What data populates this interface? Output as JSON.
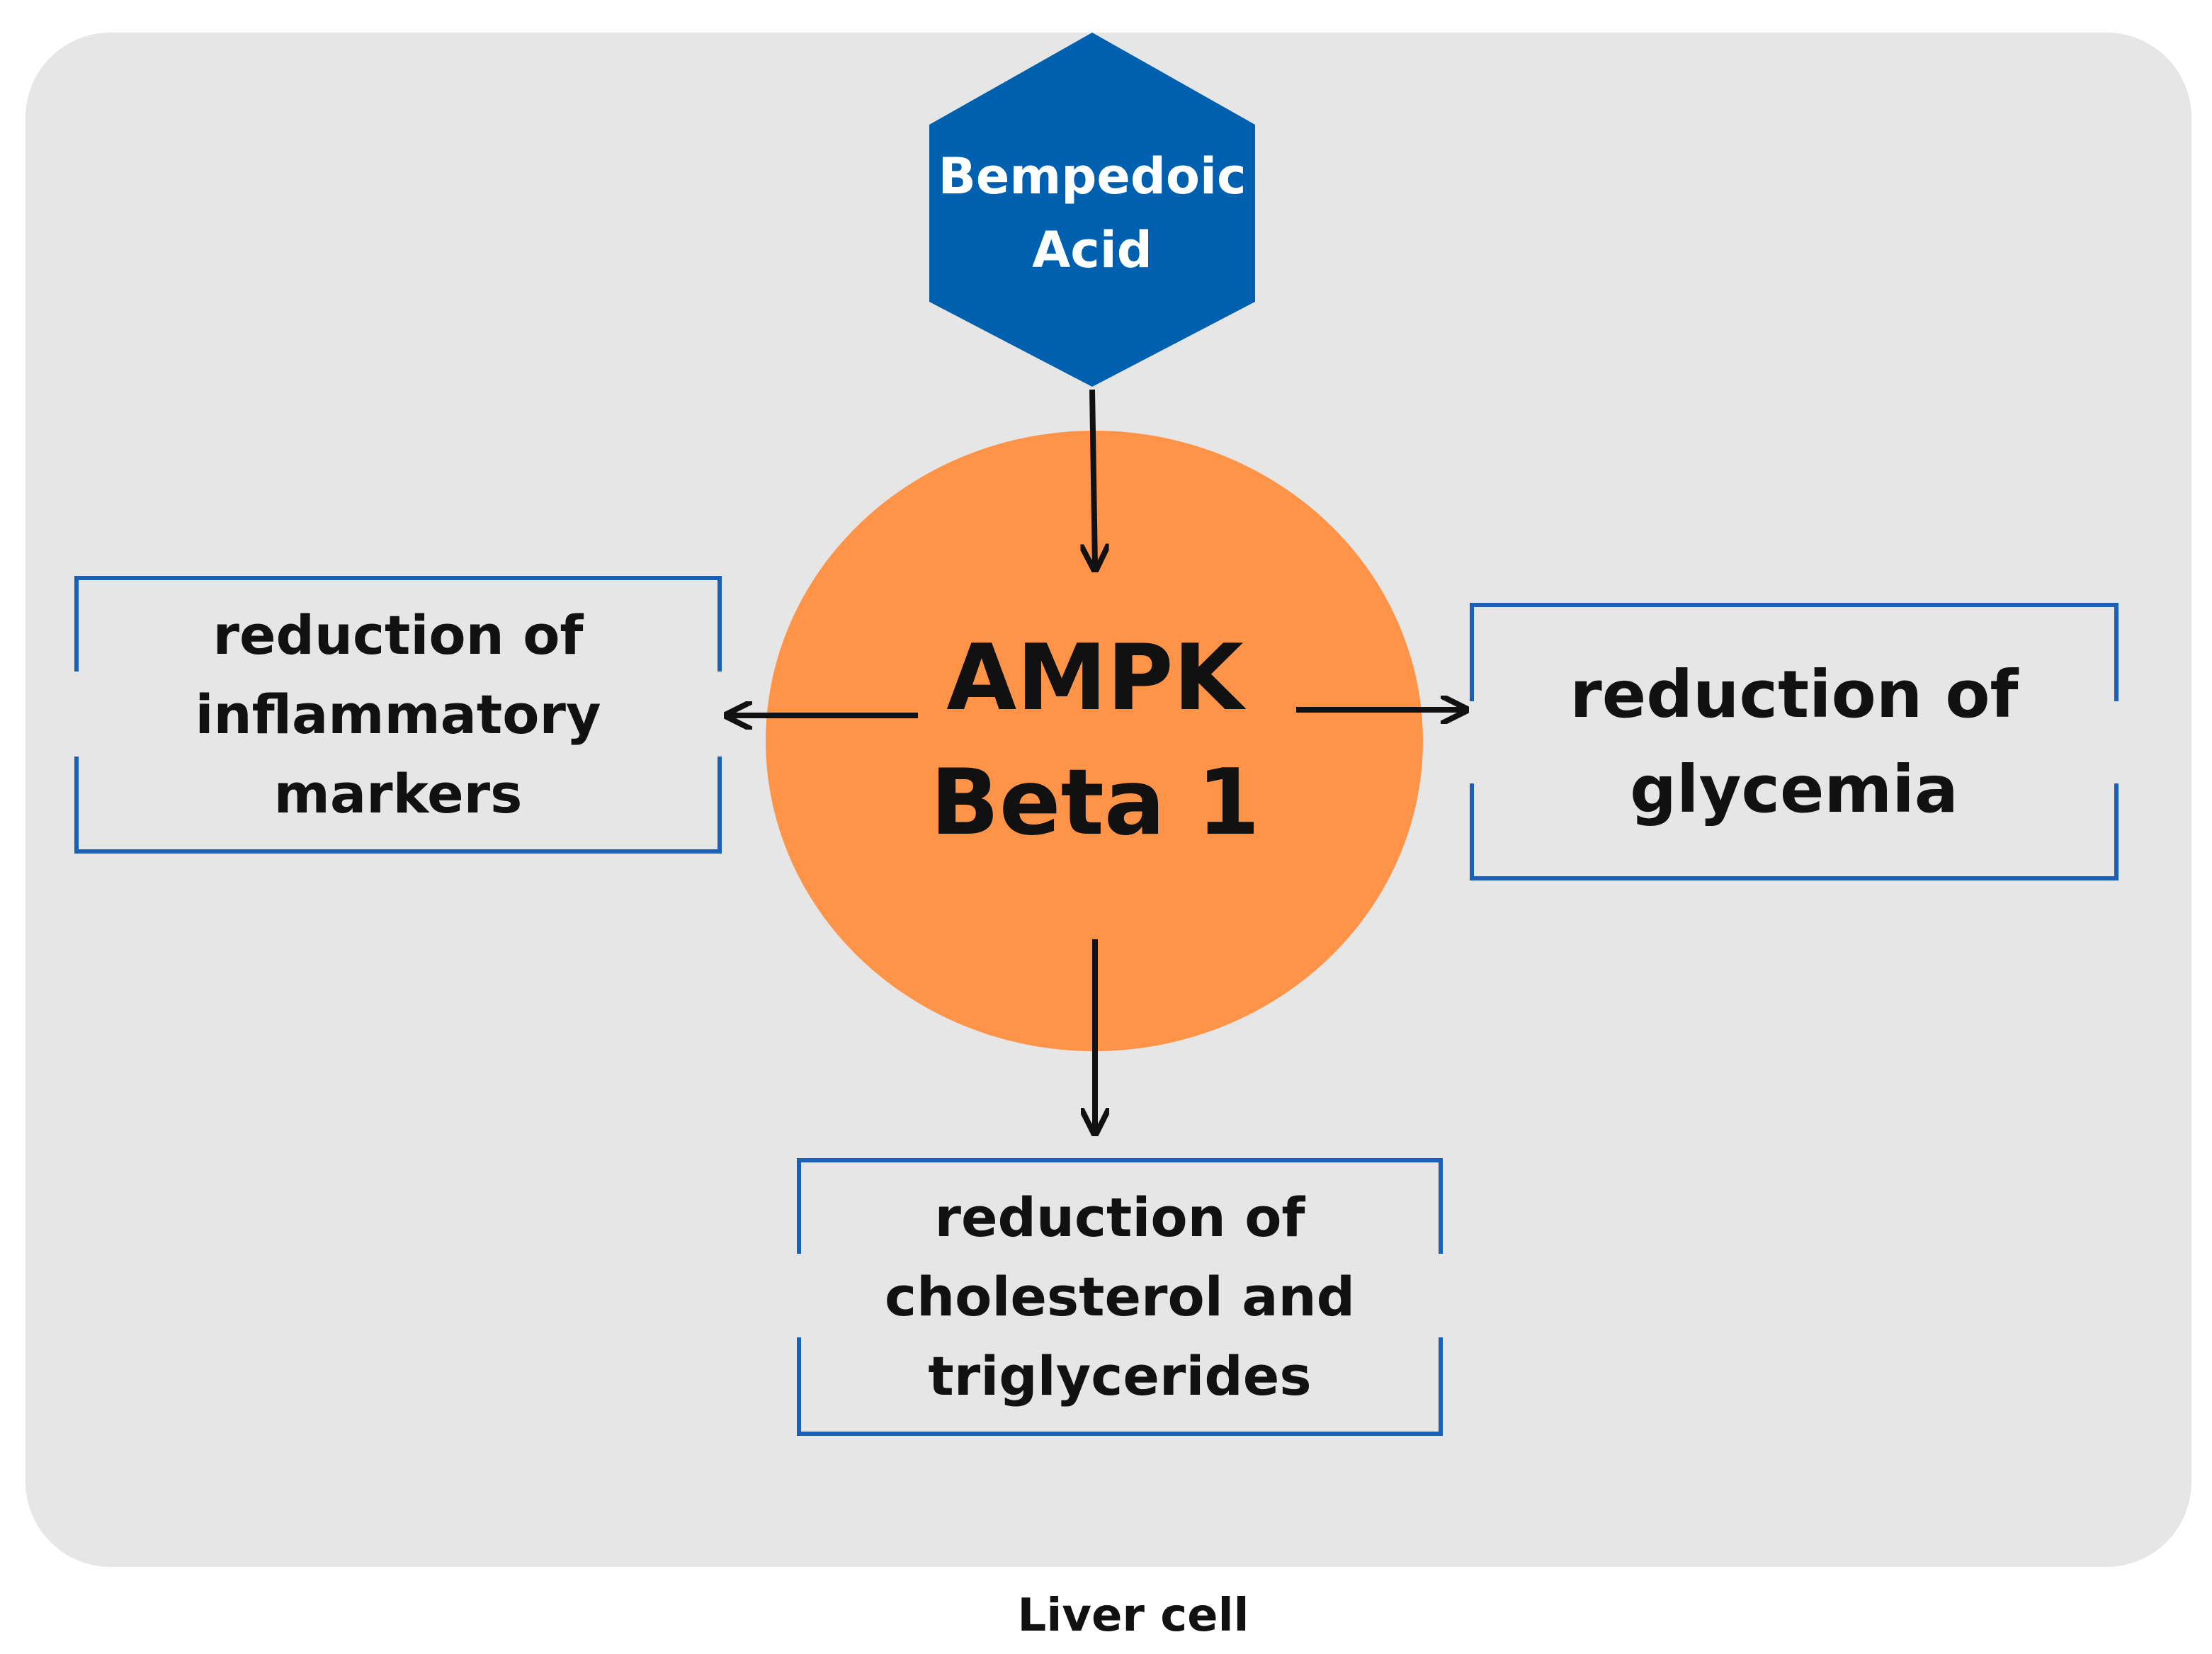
{
  "nodes": {
    "drug": "Bempedoic\nAcid",
    "target": "AMPK\nBeta 1",
    "effect_inflammation": "reduction of\ninflammatory\nmarkers",
    "effect_glycemia": "reduction of\nglycemia",
    "effect_lipids": "reduction of\ncholesterol and\ntriglycerides"
  },
  "container_label": "Liver cell",
  "colors": {
    "cell_background": "#e6e6e6",
    "hexagon": "#0060b0",
    "circle": "#ff9448",
    "box_border": "#1a5fb8",
    "arrow": "#111111"
  }
}
